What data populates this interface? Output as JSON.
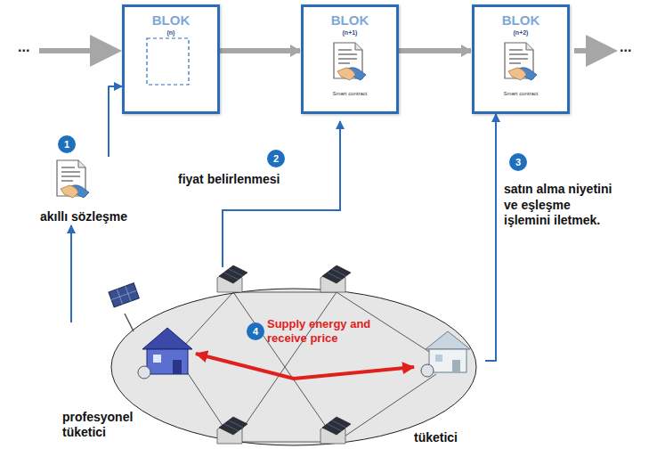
{
  "diagram": {
    "nodes": [
      {
        "text": [
          "BLOK",
          "(n)"
        ]
      },
      {
        "text": [
          "BLOK",
          "(n+1)",
          "Smart contract"
        ]
      },
      {
        "text": [
          "BLOK",
          "(n+2)",
          "Smart contract"
        ]
      },
      {
        "text": [
          "akıllı sözleşme"
        ]
      },
      {
        "text": [
          "profesyonel tüketici"
        ]
      },
      {
        "text": [
          "tüketici"
        ]
      }
    ],
    "edges": [
      {
        "from": 0,
        "to": 1,
        "arrow": "to"
      },
      {
        "from": 1,
        "to": 2,
        "arrow": "to"
      },
      {
        "from": 3,
        "to": 0,
        "arrow": "to"
      },
      {
        "from": 4,
        "to": 3,
        "arrow": "to"
      },
      {
        "from": 5,
        "to": 2,
        "arrow": "to"
      },
      {
        "from": 4,
        "to": 5,
        "label": "Supply energy and receive price",
        "arrow": "both"
      }
    ],
    "labels": [
      "...",
      "...",
      "1",
      "2",
      "3",
      "4",
      "fiyat belirlenmesi",
      "satın alma niyetini ve eşleşme işlemini iletmek."
    ]
  }
}
